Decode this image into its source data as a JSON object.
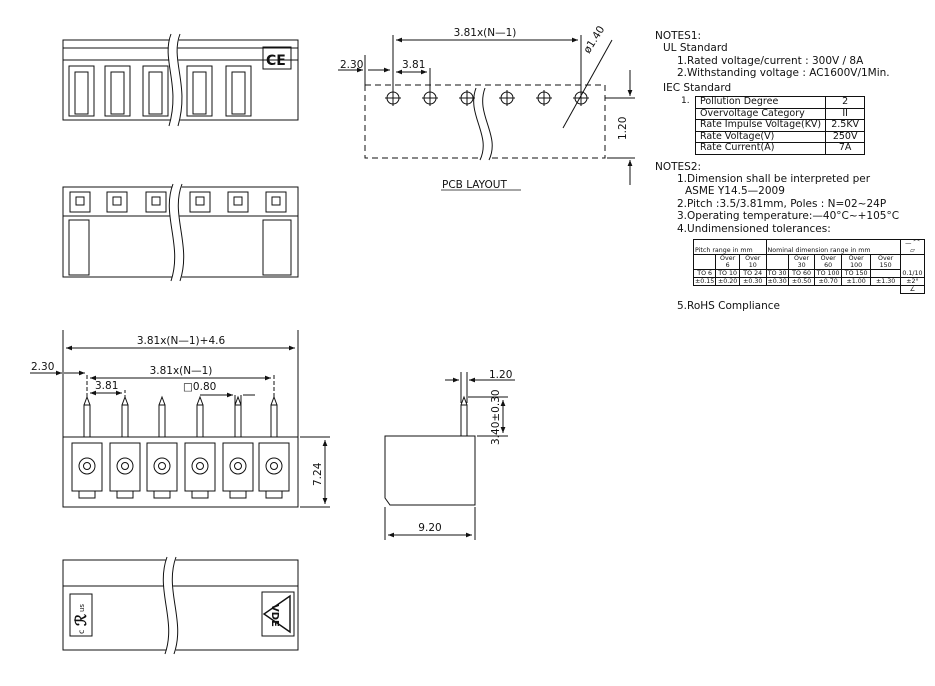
{
  "notes1": {
    "title": "NOTES1:",
    "ul_heading": "UL Standard",
    "ul_items": [
      "1.Rated voltage/current : 300V / 8A",
      "2.Withstanding voltage : AC1600V/1Min."
    ],
    "iec_heading": "IEC Standard",
    "iec_index": "1.",
    "iec_rows": [
      {
        "label": "Pollution Degree",
        "value": "2"
      },
      {
        "label": "Overvoltage Category",
        "value": "II"
      },
      {
        "label": "Rate Impulse Voltage(KV)",
        "value": "2.5KV"
      },
      {
        "label": "Rate Voltage(V)",
        "value": "250V"
      },
      {
        "label": "Rate Current(A)",
        "value": "7A"
      }
    ]
  },
  "notes2": {
    "title": "NOTES2:",
    "item1_line1": "1.Dimension shall be interpreted per",
    "item1_line2": "ASME Y14.5—2009",
    "item2": "2.Pitch :3.5/3.81mm, Poles : N=02~24P",
    "item3": "3.Operating temperature:—40°C~+105°C",
    "item4": "4.Undimensioned tolerances:",
    "item5": "5.RoHS Compliance"
  },
  "tolerance_table": {
    "pitch_header": "Pitch range in mm",
    "nominal_header": "Nominal dimension range in mm",
    "angle_symbols": "— ⌒ ▱",
    "col_over": [
      "",
      "Over 6",
      "Over 10",
      "",
      "Over 30",
      "Over 60",
      "Over 100",
      "Over 150"
    ],
    "col_to": [
      "TO 6",
      "TO 10",
      "TO 24",
      "TO 30",
      "TO 60",
      "TO 100",
      "TO 150",
      ""
    ],
    "values": [
      "±0.15",
      "±0.20",
      "±0.30",
      "±0.30",
      "±0.50",
      "±0.70",
      "±1.00",
      "±1.30"
    ],
    "flat": "0.1/10",
    "angle_symbol": "∠",
    "angle_tol": "±2°"
  },
  "pcb": {
    "pitch_total": "3.81x(N—1)",
    "dia": "ø1.40",
    "edge": "2.30",
    "pitch": "3.81",
    "height": "1.20",
    "caption": "PCB LAYOUT"
  },
  "front": {
    "overall": "3.81x(N—1)+4.6",
    "edge": "2.30",
    "pitch_total": "3.81x(N—1)",
    "pitch": "3.81",
    "pin_square": "□0.80",
    "height": "7.24"
  },
  "side": {
    "pin_width": "1.20",
    "pin_length": "3.40±0.30",
    "depth": "9.20"
  },
  "marks": {
    "ce": "CE",
    "ul_c": "c",
    "ul_us": "us",
    "vde": "VDE"
  }
}
